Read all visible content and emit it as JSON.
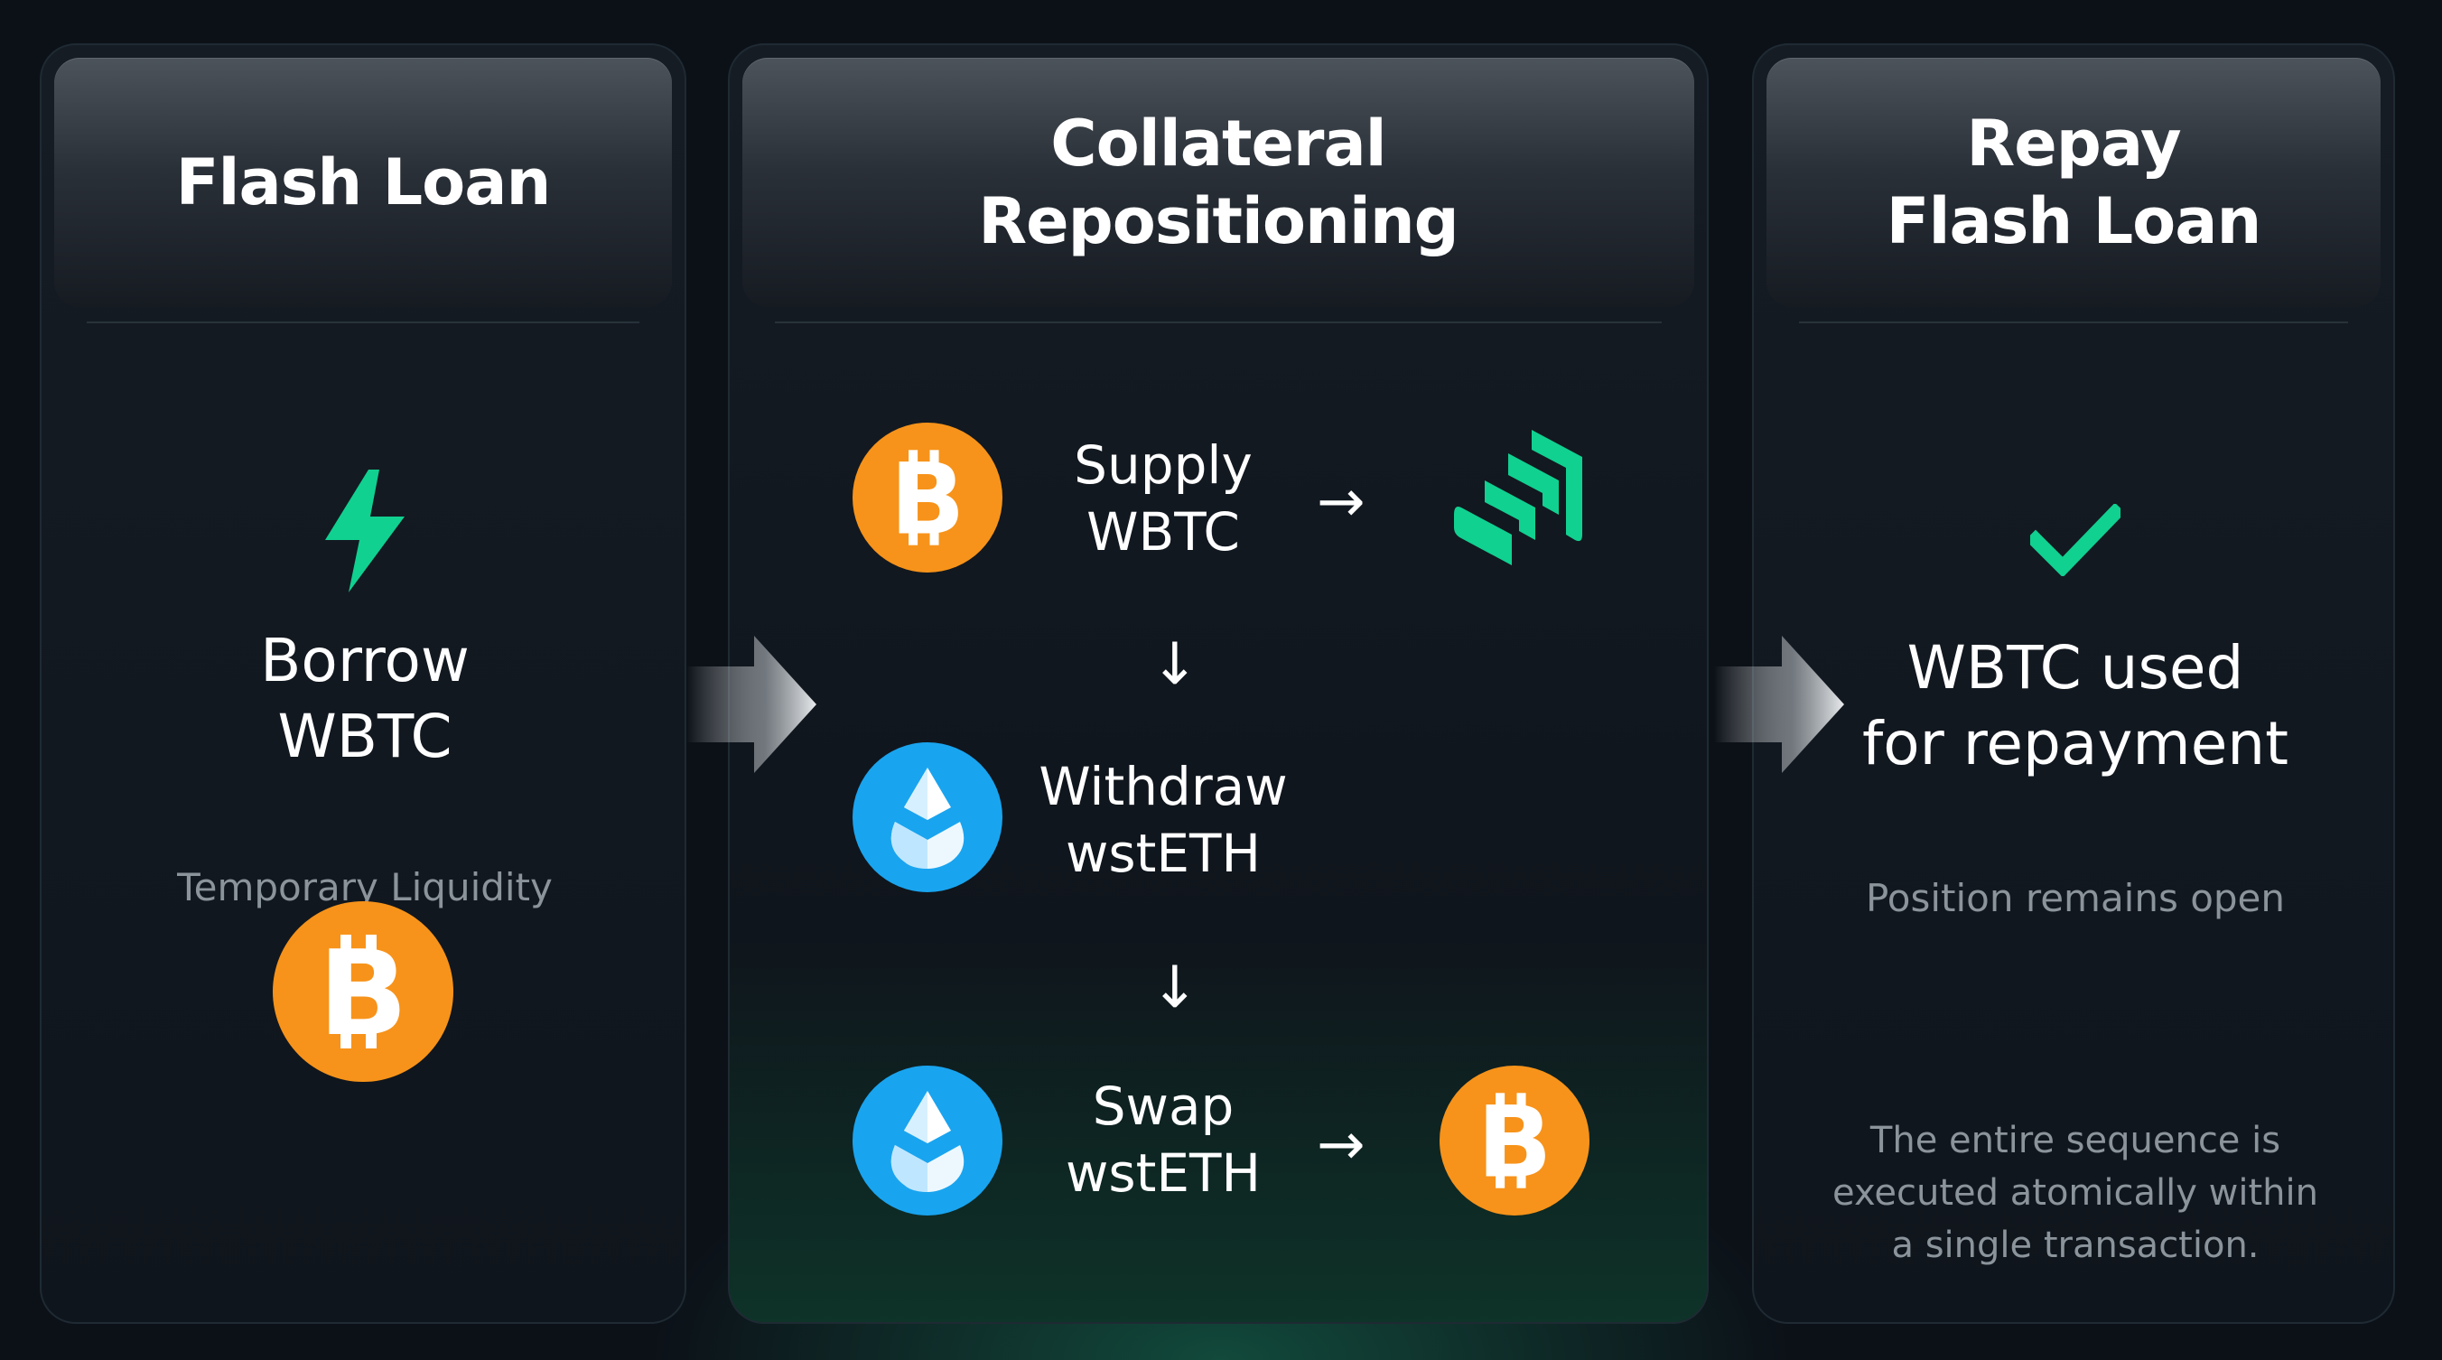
{
  "colors": {
    "background": "#0c1118",
    "accent_green": "#10d190",
    "btc_orange": "#f7931a",
    "wsteth_blue": "#19a4ef"
  },
  "panels": {
    "flash_loan": {
      "title": "Flash Loan",
      "icon": "lightning-icon",
      "action_line1": "Borrow",
      "action_line2": "WBTC",
      "caption": "Temporary Liquidity",
      "token_icon": "bitcoin-icon"
    },
    "collateral": {
      "title_line1": "Collateral",
      "title_line2": "Repositioning",
      "steps": [
        {
          "line1": "Supply",
          "line2": "WBTC",
          "from_icon": "bitcoin-icon",
          "to_icon": "compound-icon",
          "arrow": "→"
        },
        {
          "line1": "Withdraw",
          "line2": "wstETH",
          "from_icon": "wsteth-icon"
        },
        {
          "line1": "Swap",
          "line2": "wstETH",
          "from_icon": "wsteth-icon",
          "to_icon": "bitcoin-icon",
          "arrow": "→"
        }
      ],
      "down_arrow": "↓"
    },
    "repay": {
      "title_line1": "Repay",
      "title_line2": "Flash Loan",
      "icon": "checkmark-icon",
      "result_line1": "WBTC used",
      "result_line2": "for repayment",
      "caption": "Position remains open",
      "note_line1": "The entire sequence is",
      "note_line2": "executed atomically within",
      "note_line3": "a single transaction."
    }
  }
}
